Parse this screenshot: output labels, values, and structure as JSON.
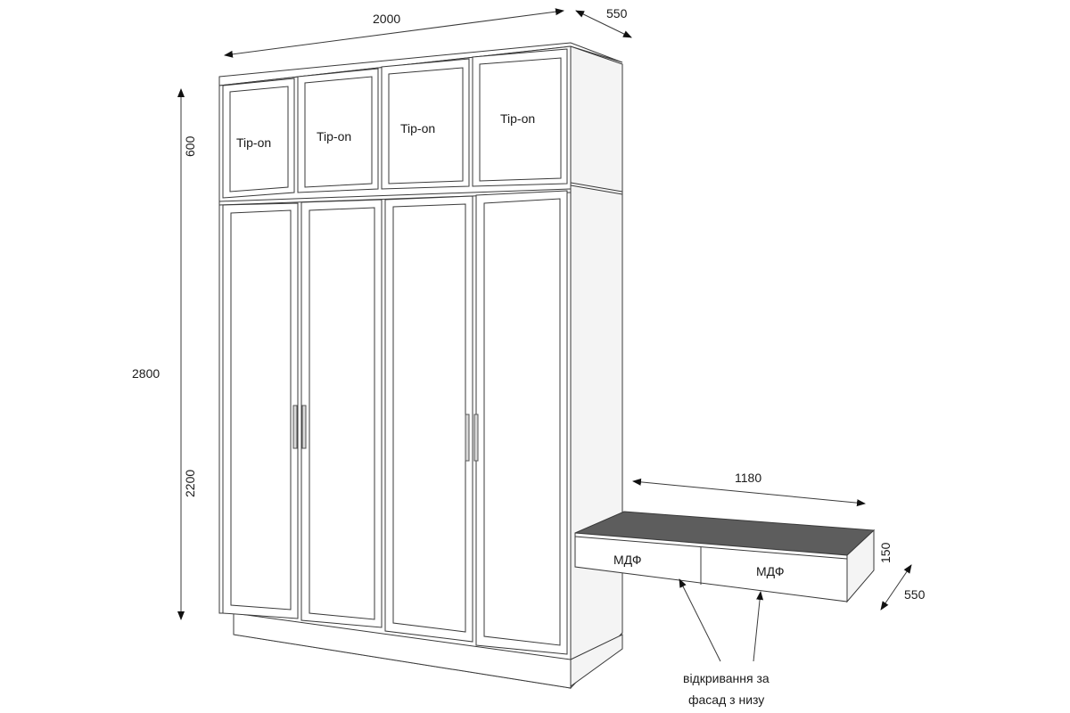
{
  "dimensions": {
    "width": "2000",
    "depth": "550",
    "total_height": "2800",
    "upper_height": "600",
    "lower_height": "2200",
    "desk_width": "1180",
    "desk_height": "150",
    "desk_depth": "550"
  },
  "upper_doors": [
    "Tip-on",
    "Tip-on",
    "Tip-on",
    "Tip-on"
  ],
  "drawers": [
    "МДФ",
    "МДФ"
  ],
  "note": {
    "line1": "відкривання за",
    "line2": "фасад з низу"
  }
}
